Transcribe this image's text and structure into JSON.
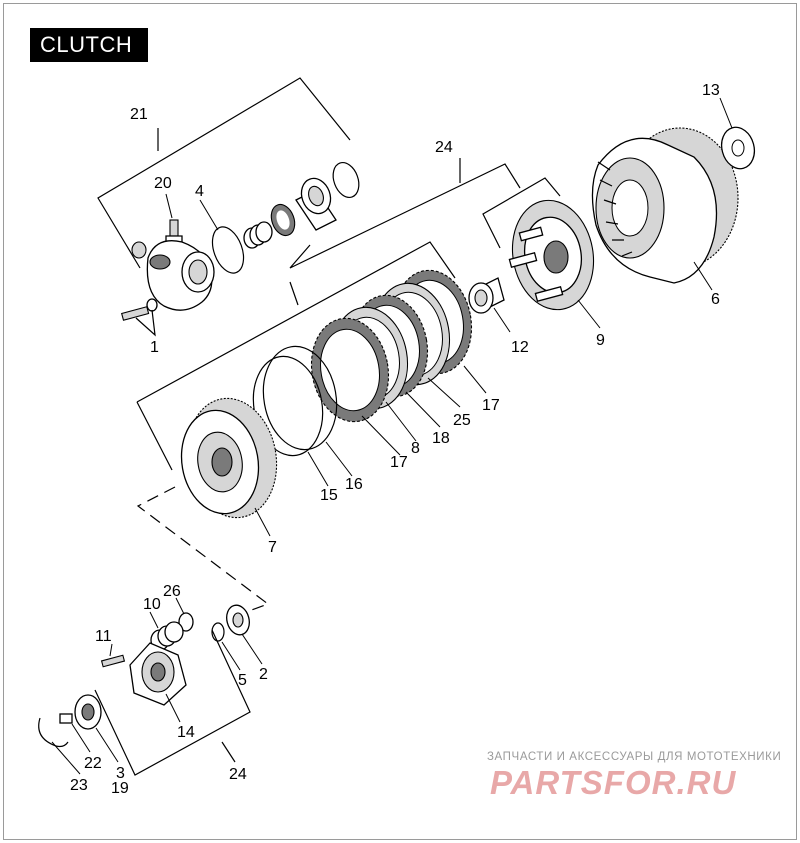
{
  "title": "CLUTCH",
  "labels": [
    {
      "id": "21",
      "text": "21"
    },
    {
      "id": "20",
      "text": "20"
    },
    {
      "id": "4",
      "text": "4"
    },
    {
      "id": "1",
      "text": "1"
    },
    {
      "id": "24a",
      "text": "24"
    },
    {
      "id": "13",
      "text": "13"
    },
    {
      "id": "6",
      "text": "6"
    },
    {
      "id": "9",
      "text": "9"
    },
    {
      "id": "12",
      "text": "12"
    },
    {
      "id": "17a",
      "text": "17"
    },
    {
      "id": "25",
      "text": "25"
    },
    {
      "id": "18",
      "text": "18"
    },
    {
      "id": "8",
      "text": "8"
    },
    {
      "id": "17b",
      "text": "17"
    },
    {
      "id": "16",
      "text": "16"
    },
    {
      "id": "15",
      "text": "15"
    },
    {
      "id": "7",
      "text": "7"
    },
    {
      "id": "10",
      "text": "10"
    },
    {
      "id": "26",
      "text": "26"
    },
    {
      "id": "11",
      "text": "11"
    },
    {
      "id": "5",
      "text": "5"
    },
    {
      "id": "2",
      "text": "2"
    },
    {
      "id": "14",
      "text": "14"
    },
    {
      "id": "22",
      "text": "22"
    },
    {
      "id": "3",
      "text": "3"
    },
    {
      "id": "23",
      "text": "23"
    },
    {
      "id": "19",
      "text": "19"
    },
    {
      "id": "24b",
      "text": "24"
    }
  ],
  "watermark": {
    "tagline": "ЗАПЧАСТИ И АКСЕССУАРЫ ДЛЯ МОТОТЕХНИКИ",
    "logo": "PARTSFOR.RU"
  }
}
